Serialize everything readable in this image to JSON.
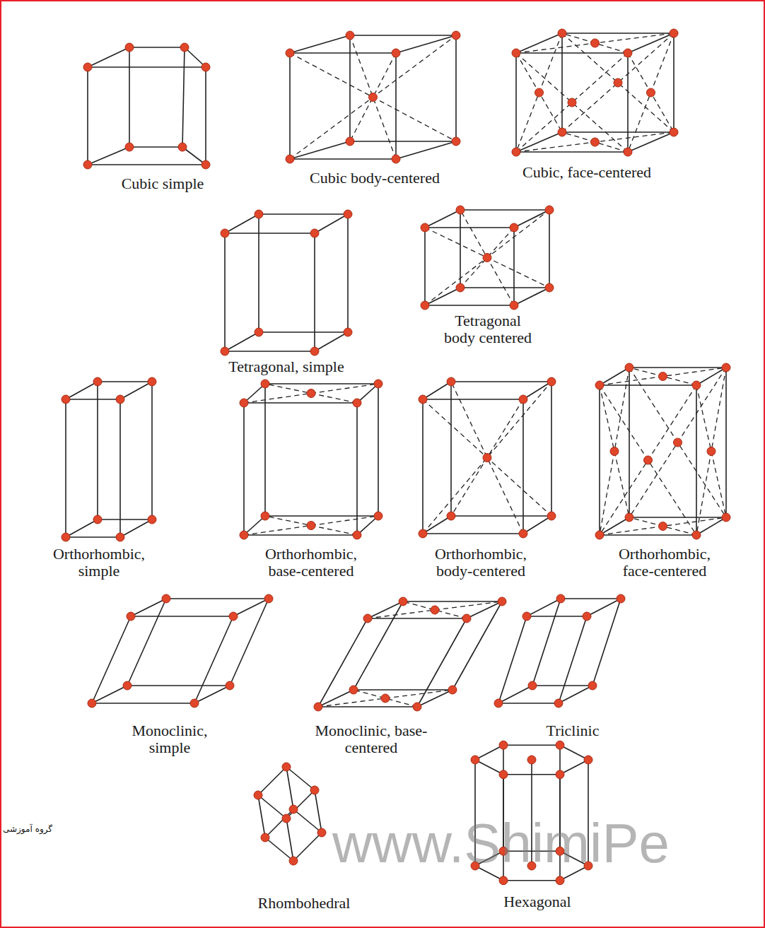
{
  "diagram": {
    "labels": [
      "Cubic simple",
      "Cubic body-centered",
      "Cubic, face-centered",
      "Tetragonal, simple",
      "Tetragonal body centered",
      "Orthorhombic, simple",
      "Orthorhombic, base-centered",
      "Orthorhombic, body-centered",
      "Orthorhombic, face-centered",
      "Monoclinic, simple",
      "Monoclinic, base-centered",
      "Triclinic",
      "Rhombohedral",
      "Hexagonal",
      "گروه آموزشی",
      "www.ShimiPe"
    ]
  }
}
